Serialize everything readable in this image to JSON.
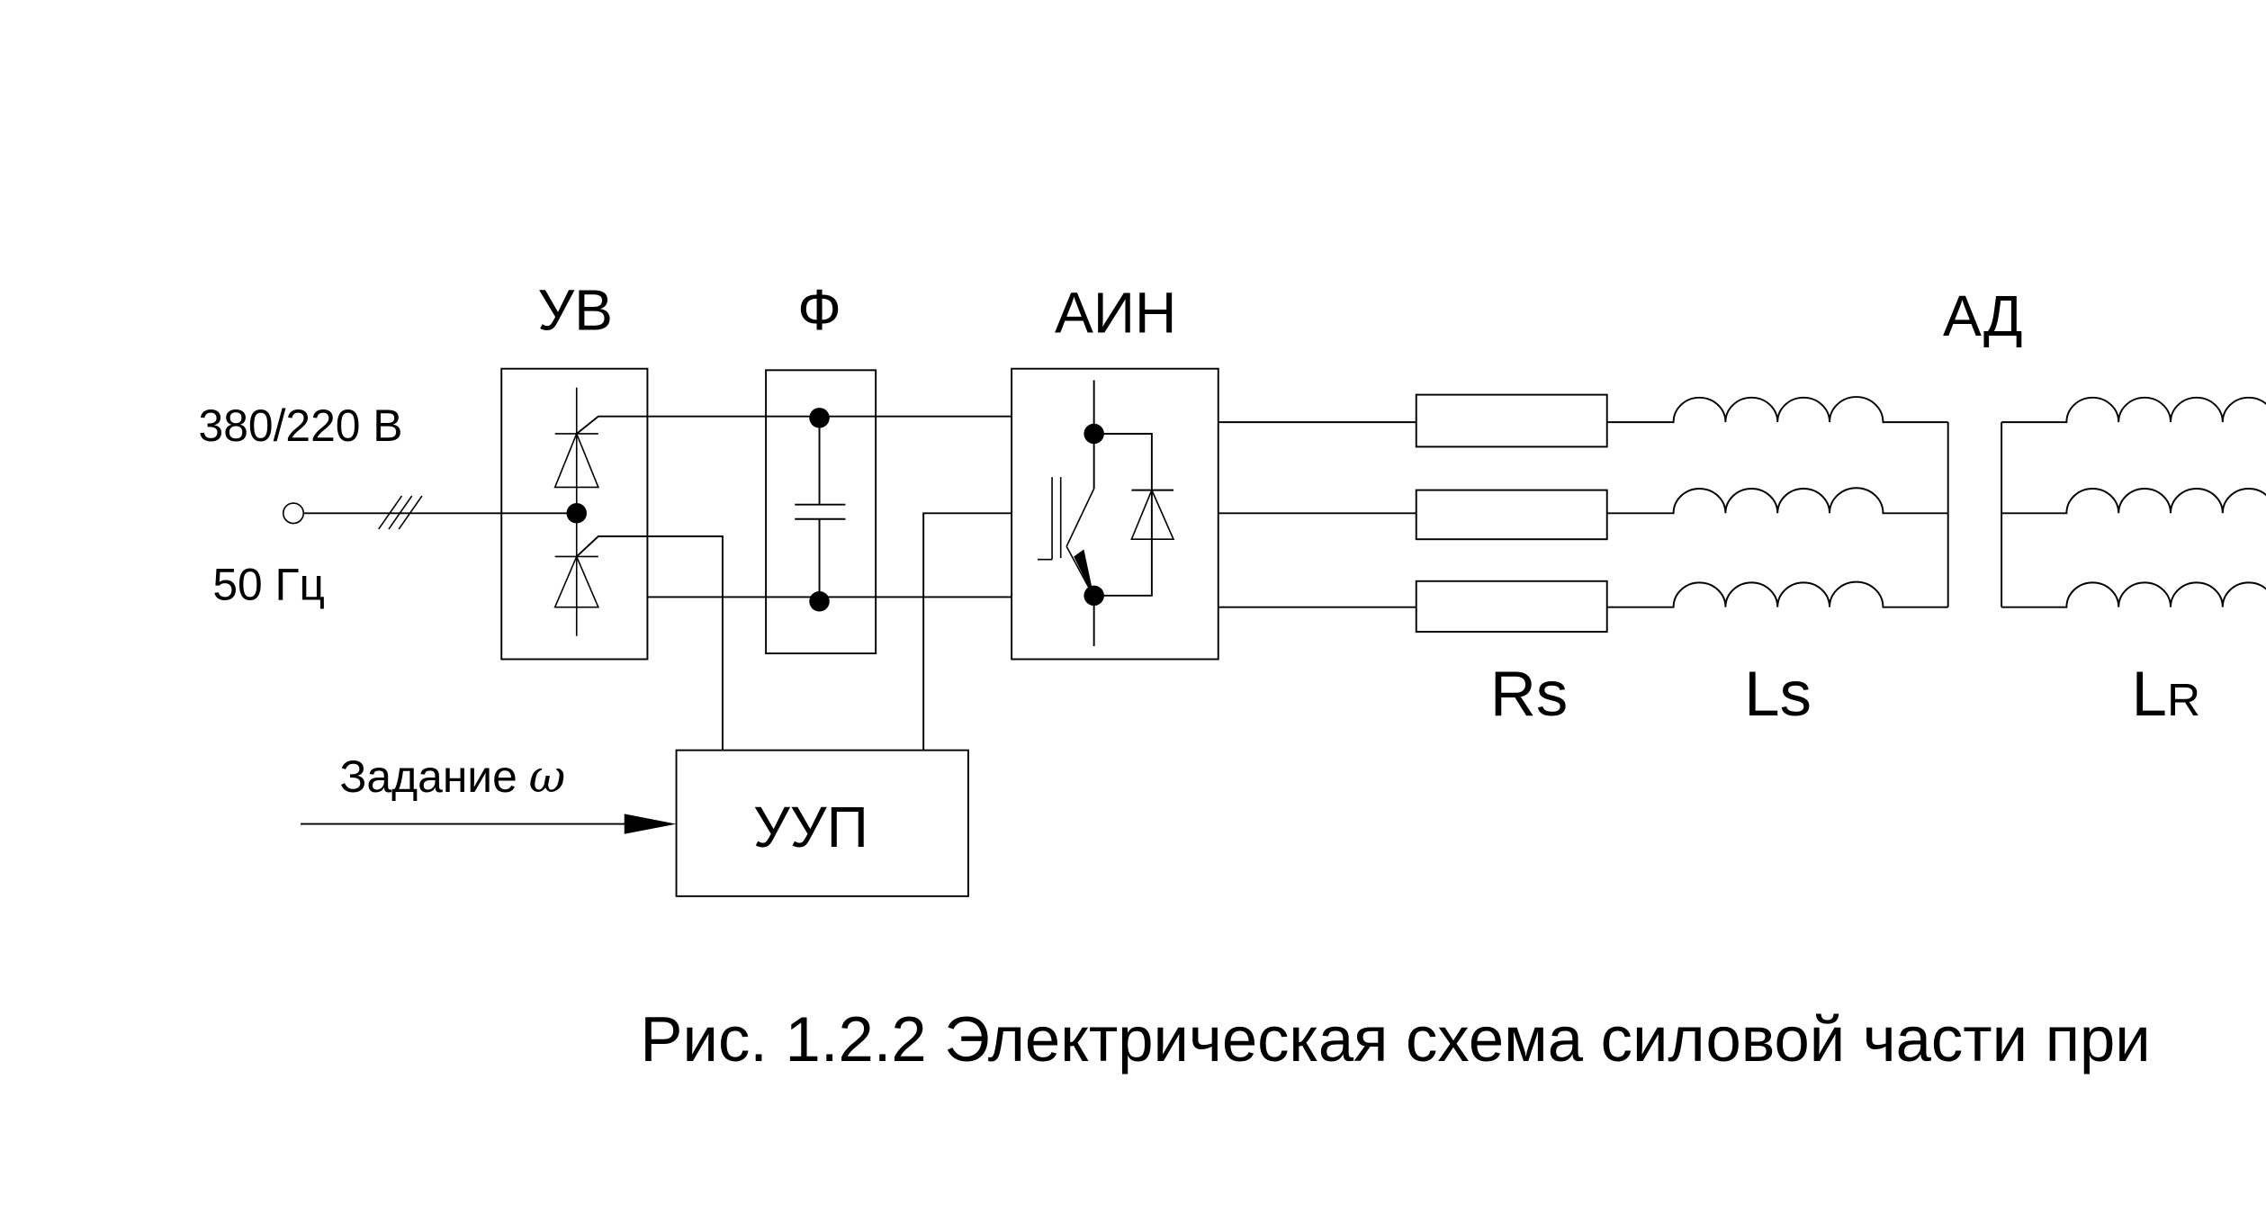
{
  "labels": {
    "rectifier": "УВ",
    "filter": "Ф",
    "inverter": "АИН",
    "motor": "АД",
    "supply_voltage": "380/220 В",
    "supply_frequency": "50 Гц",
    "setpoint": "Задание",
    "setpoint_symbol": "ω",
    "controller": "УУП",
    "stator_resistance": "Rs",
    "stator_inductance_main": "L",
    "stator_inductance_sub": "s",
    "rotor_inductance_main": "L",
    "rotor_inductance_sub": "R"
  },
  "caption": "Рис. 1.2.2 Электрическая схема силовой части при",
  "colors": {
    "line": "#000000",
    "background": "#ffffff"
  }
}
